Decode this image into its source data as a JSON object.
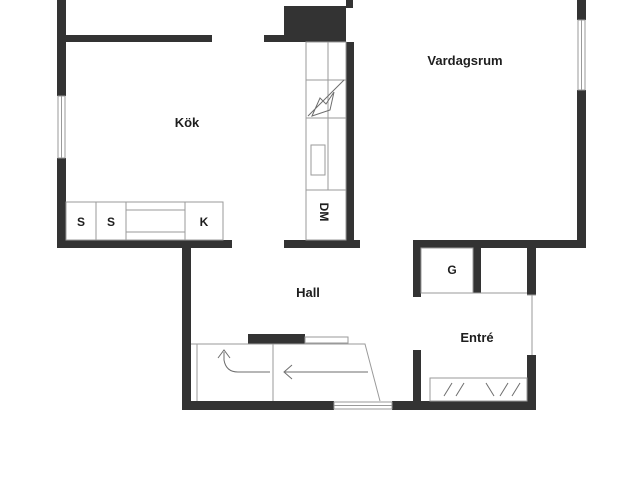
{
  "rooms": {
    "kitchen": "Kök",
    "living_room": "Vardagsrum",
    "hall": "Hall",
    "entrance": "Entré"
  },
  "fixtures": {
    "stove_1": "S",
    "stove_2": "S",
    "fridge": "K",
    "dishwasher": "DM",
    "closet": "G"
  },
  "icons": {
    "stairs_arrow_left": "arrow-left-icon",
    "stairs_arrow_turn": "turn-arrow-icon",
    "fireplace_flame": "flame-icon"
  },
  "colors": {
    "wall": "#333333",
    "fixture_line": "#9a9a9a",
    "background": "#ffffff"
  }
}
